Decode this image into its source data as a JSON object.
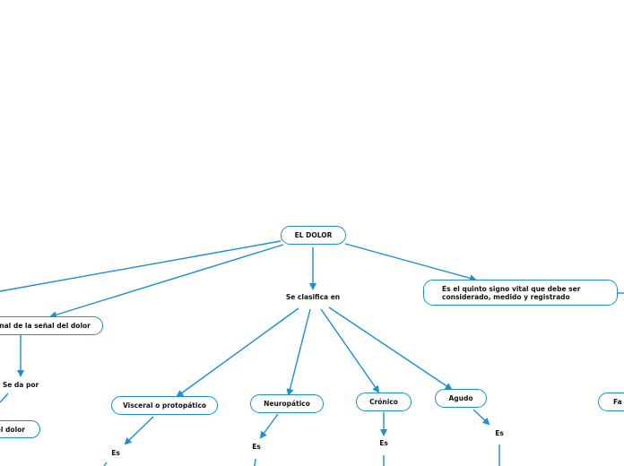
{
  "root": "EL DOLOR",
  "nodes": {
    "tradicional": "onal de la señal del dolor",
    "dolor_bottom": "el dolor",
    "visceral": "Visceral o protopático",
    "neuropatico": "Neuropático",
    "cronico": "Crónico",
    "agudo": "Agudo",
    "quinto_signo": "Es el quinto signo vital que debe ser considerado, medido y registrado",
    "fa": "Fa"
  },
  "labels": {
    "se_clasifica": "Se clasifica en",
    "se_da_por": "Se da por",
    "es": "Es"
  },
  "colors": {
    "accent": "#1a8fd1"
  }
}
